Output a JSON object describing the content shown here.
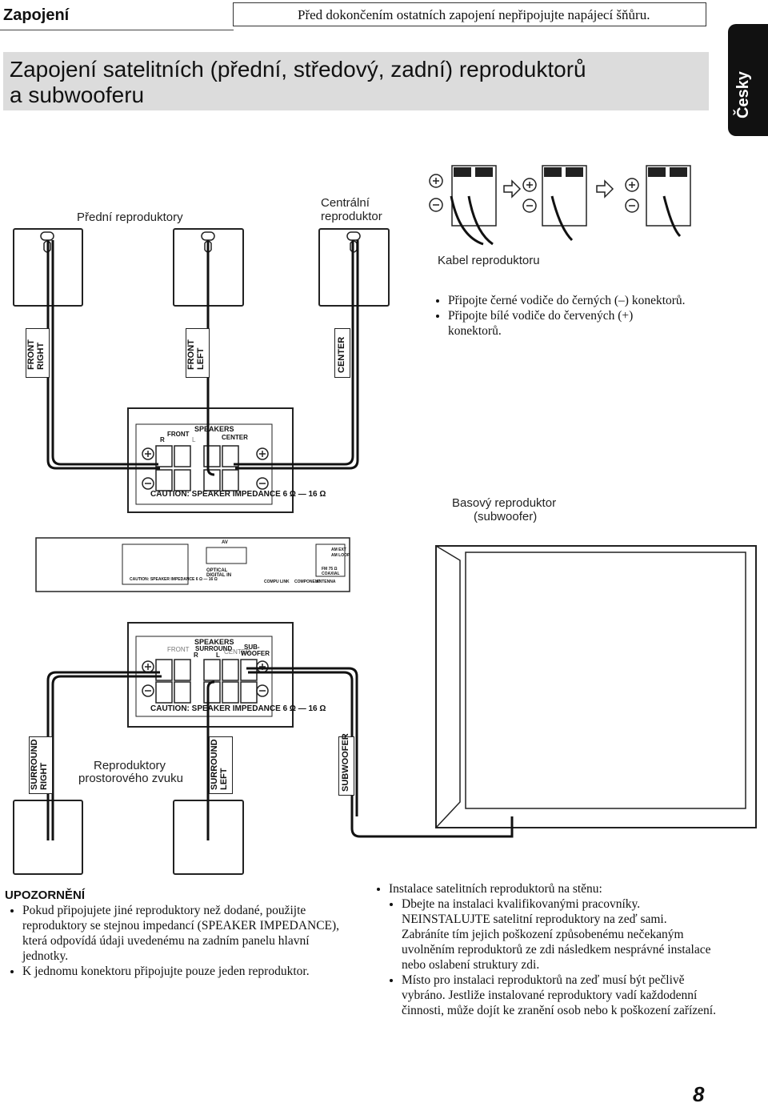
{
  "header": {
    "section": "Zapojení",
    "note": "Před dokončením ostatních zapojení nepřipojujte napájecí šňůru.",
    "title_line1": "Zapojení satelitních (přední, středový, zadní) reproduktorů",
    "title_line2": "a subwooferu",
    "language_tab": "Česky"
  },
  "diagram": {
    "front_speakers_label": "Přední reproduktory",
    "center_speaker_label_1": "Centrální",
    "center_speaker_label_2": "reproduktor",
    "cable_label": "Kabel reproduktoru",
    "cable_steps": {
      "plus": "+",
      "minus": "–"
    },
    "instructions": [
      "Připojte černé vodiče do černých (–) konektorů.",
      "Připojte bílé vodiče do červených (+)",
      "konektorů."
    ],
    "speaker_tags": {
      "front_right": [
        "FRONT",
        "RIGHT"
      ],
      "front_left": [
        "FRONT",
        "LEFT"
      ],
      "center": "CENTER",
      "surround_right": [
        "SURROUND",
        "RIGHT"
      ],
      "surround_left": [
        "SURROUND",
        "LEFT"
      ],
      "subwoofer": "SUBWOOFER"
    },
    "panel_top": {
      "speakers": "SPEAKERS",
      "front": "FRONT",
      "r": "R",
      "l": "L",
      "center": "CENTER",
      "caution": "CAUTION: SPEAKER IMPEDANCE 6 Ω — 16 Ω"
    },
    "panel_bottom": {
      "speakers": "SPEAKERS",
      "front": "FRONT",
      "surround": "SURROUND",
      "r": "R",
      "l": "L",
      "center": "CENTER",
      "sub1": "SUB-",
      "sub2": "WOOFER",
      "caution": "CAUTION: SPEAKER IMPEDANCE 6 Ω — 16 Ω"
    },
    "unit": {
      "av": "AV",
      "optical": "OPTICAL",
      "digital_in": "DIGITAL IN",
      "am_ext": "AM EXT",
      "am_loop": "AM LOOP",
      "fm": "FM 75 Ω",
      "coaxial": "COAXIAL",
      "antenna": "ANTENNA",
      "component": "COMPONENT",
      "compu_link": "COMPU LINK",
      "caution": "CAUTION: SPEAKER IMPEDANCE 6 Ω — 16 Ω"
    },
    "subwoofer_label_1": "Basový reproduktor",
    "subwoofer_label_2": "(subwoofer)",
    "surround_label_1": "Reproduktory",
    "surround_label_2": "prostorového zvuku"
  },
  "warning": {
    "title": "UPOZORNĚNÍ",
    "items": [
      "Pokud připojujete jiné reproduktory než dodané, použijte reproduktory se stejnou impedancí (SPEAKER IMPEDANCE), která odpovídá údaji uvedenému na zadním panelu hlavní jednotky.",
      "K jednomu konektoru připojujte pouze jeden reproduktor."
    ]
  },
  "install": {
    "heading": "Instalace satelitních reproduktorů na stěnu:",
    "items": [
      "Dbejte na instalaci kvalifikovanými pracovníky. NEINSTALUJTE satelitní reproduktory na zeď sami. Zabráníte tím jejich poškození způsobenému nečekaným uvolněním reproduktorů ze zdi následkem nesprávné instalace nebo oslabení struktury zdi.",
      "Místo pro instalaci reproduktorů na zeď musí být pečlivě vybráno. Jestliže instalované reproduktory vadí každodenní činnosti, může dojít ke zranění osob nebo k poškození zařízení."
    ]
  },
  "page_number": "8"
}
